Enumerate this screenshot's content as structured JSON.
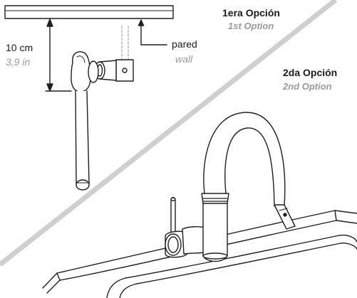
{
  "option1": {
    "label_es": "1era Opción",
    "label_en": "1st Option"
  },
  "option2": {
    "label_es": "2da Opción",
    "label_en": "2nd Option"
  },
  "measure": {
    "metric": "10 cm",
    "imperial": "3,9 in"
  },
  "wall": {
    "label_es": "pared",
    "label_en": "wall"
  },
  "colors": {
    "line": "#1f1f1f",
    "divider": "#c9c9c9",
    "secondary_text": "#9a9a9a",
    "wall_hidden": "#b5b5b5"
  }
}
